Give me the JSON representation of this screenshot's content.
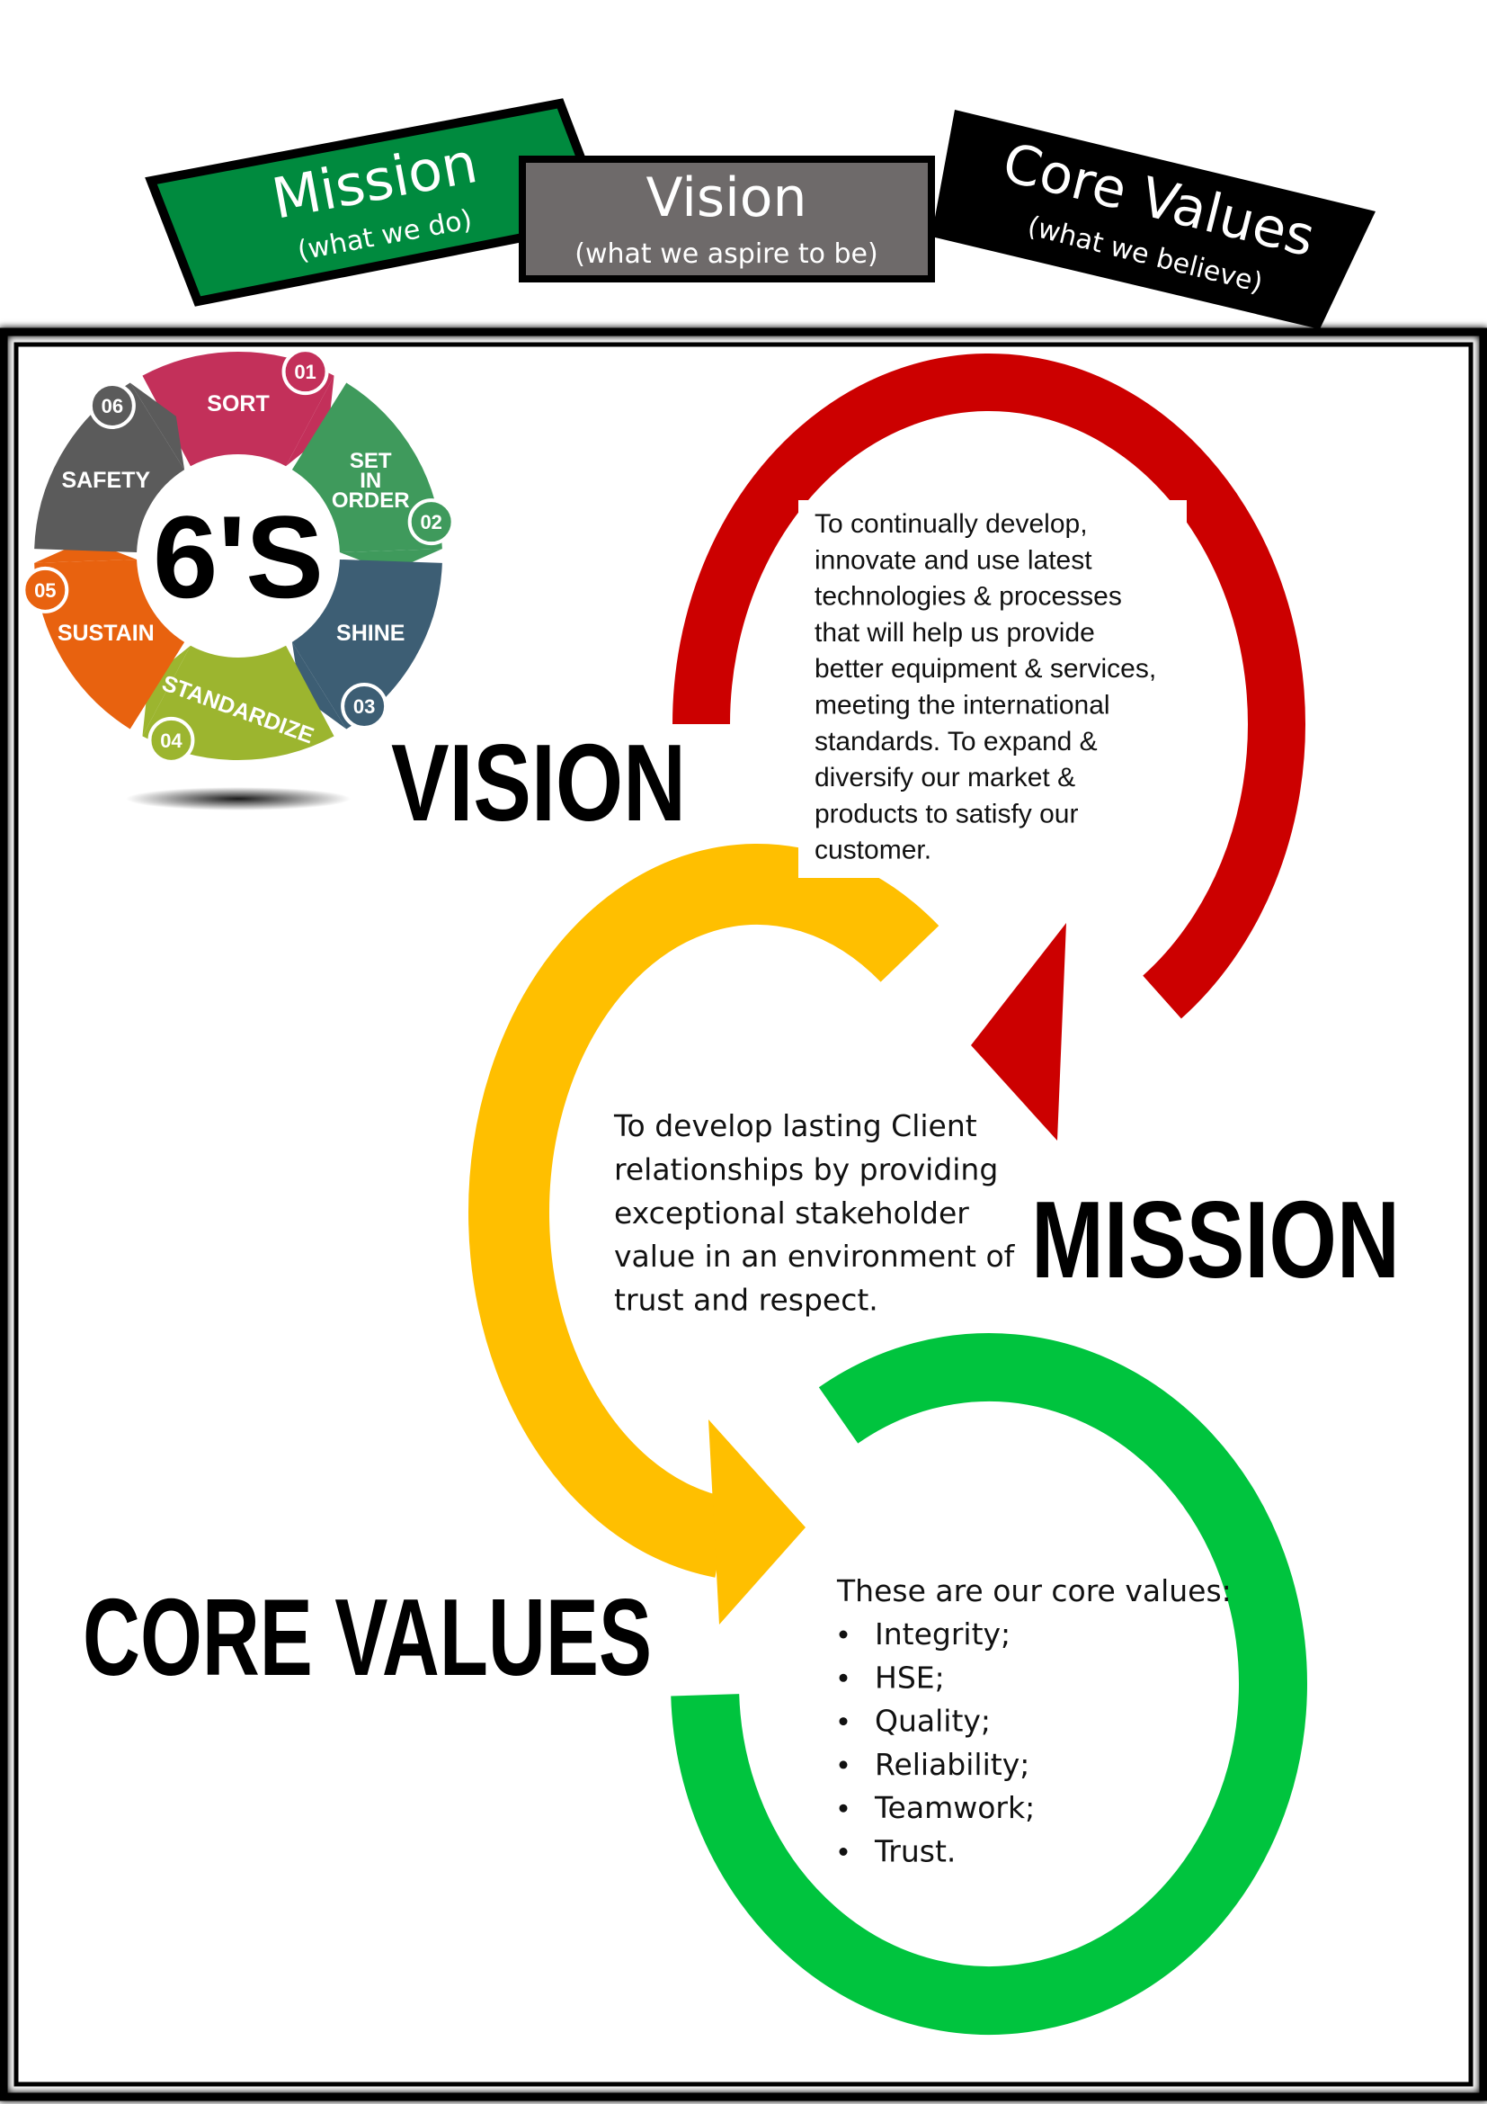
{
  "tags": {
    "mission": {
      "title": "Mission",
      "subtitle": "(what we do)"
    },
    "vision": {
      "title": "Vision",
      "subtitle": "(what we aspire to be)"
    },
    "core_values": {
      "title": "Core Values",
      "subtitle": "(what we believe)"
    }
  },
  "six_s": {
    "center_label": "6'S",
    "segments": [
      {
        "num": "01",
        "label": "SORT",
        "color": "#c3305a"
      },
      {
        "num": "02",
        "label": "SET IN ORDER",
        "color": "#3f9a5c"
      },
      {
        "num": "03",
        "label": "SHINE",
        "color": "#3d5e74"
      },
      {
        "num": "04",
        "label": "STANDARDIZE",
        "color": "#9cb52f"
      },
      {
        "num": "05",
        "label": "SUSTAIN",
        "color": "#e8620f"
      },
      {
        "num": "06",
        "label": "SAFETY",
        "color": "#5b5b5b"
      }
    ]
  },
  "sections": {
    "vision": {
      "heading": "VISION",
      "color": "#cc0000",
      "lines": [
        "To continually develop,",
        "innovate and use latest",
        "technologies & processes",
        "that will help us provide",
        "better equipment & services,",
        "meeting the international",
        "standards. To expand &",
        "diversify our market &",
        "products to satisfy our",
        "customer."
      ]
    },
    "mission": {
      "heading": "MISSION",
      "color": "#ffbf00",
      "lines": [
        "To develop lasting Client",
        "relationships  by providing",
        "exceptional stakeholder",
        "value in an environment of",
        "trust and respect."
      ]
    },
    "core_values": {
      "heading": "CORE VALUES",
      "color": "#00c43e",
      "intro": "These are our core values:",
      "items": [
        "Integrity;",
        "HSE;",
        "Quality;",
        "Reliability;",
        "Teamwork;",
        "Trust."
      ]
    }
  }
}
